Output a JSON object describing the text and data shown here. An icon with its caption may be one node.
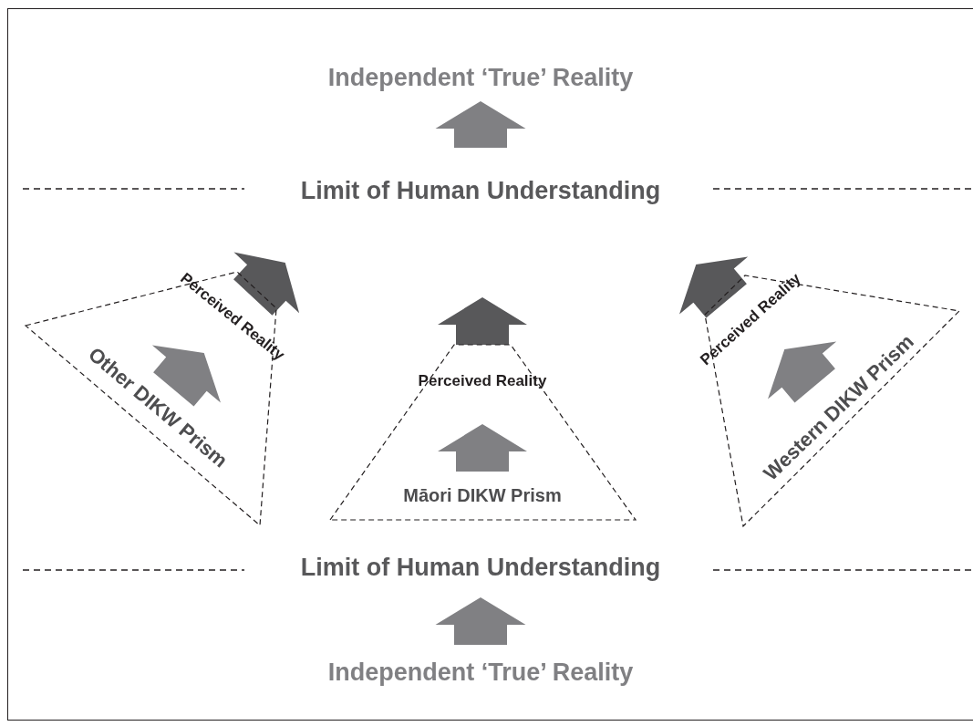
{
  "diagram": {
    "nodes": [
      {
        "text": [
          "Independent ‘True’ Reality"
        ]
      },
      {
        "text": [
          "Limit of Human Understanding"
        ]
      },
      {
        "text": [
          "Other DIKW Prism",
          "Perceived Reality"
        ]
      },
      {
        "text": [
          "Perceived Reality",
          "Māori DIKW Prism"
        ]
      },
      {
        "text": [
          "Western DIKW Prism",
          "Perceived Reality"
        ]
      },
      {
        "text": [
          "Limit of Human Understanding"
        ]
      },
      {
        "text": [
          "Independent ‘True’ Reality"
        ]
      }
    ],
    "edges": [
      {
        "from": 1,
        "to": 0,
        "arrow": "to"
      },
      {
        "from": 6,
        "to": 5,
        "arrow": "to"
      }
    ]
  }
}
